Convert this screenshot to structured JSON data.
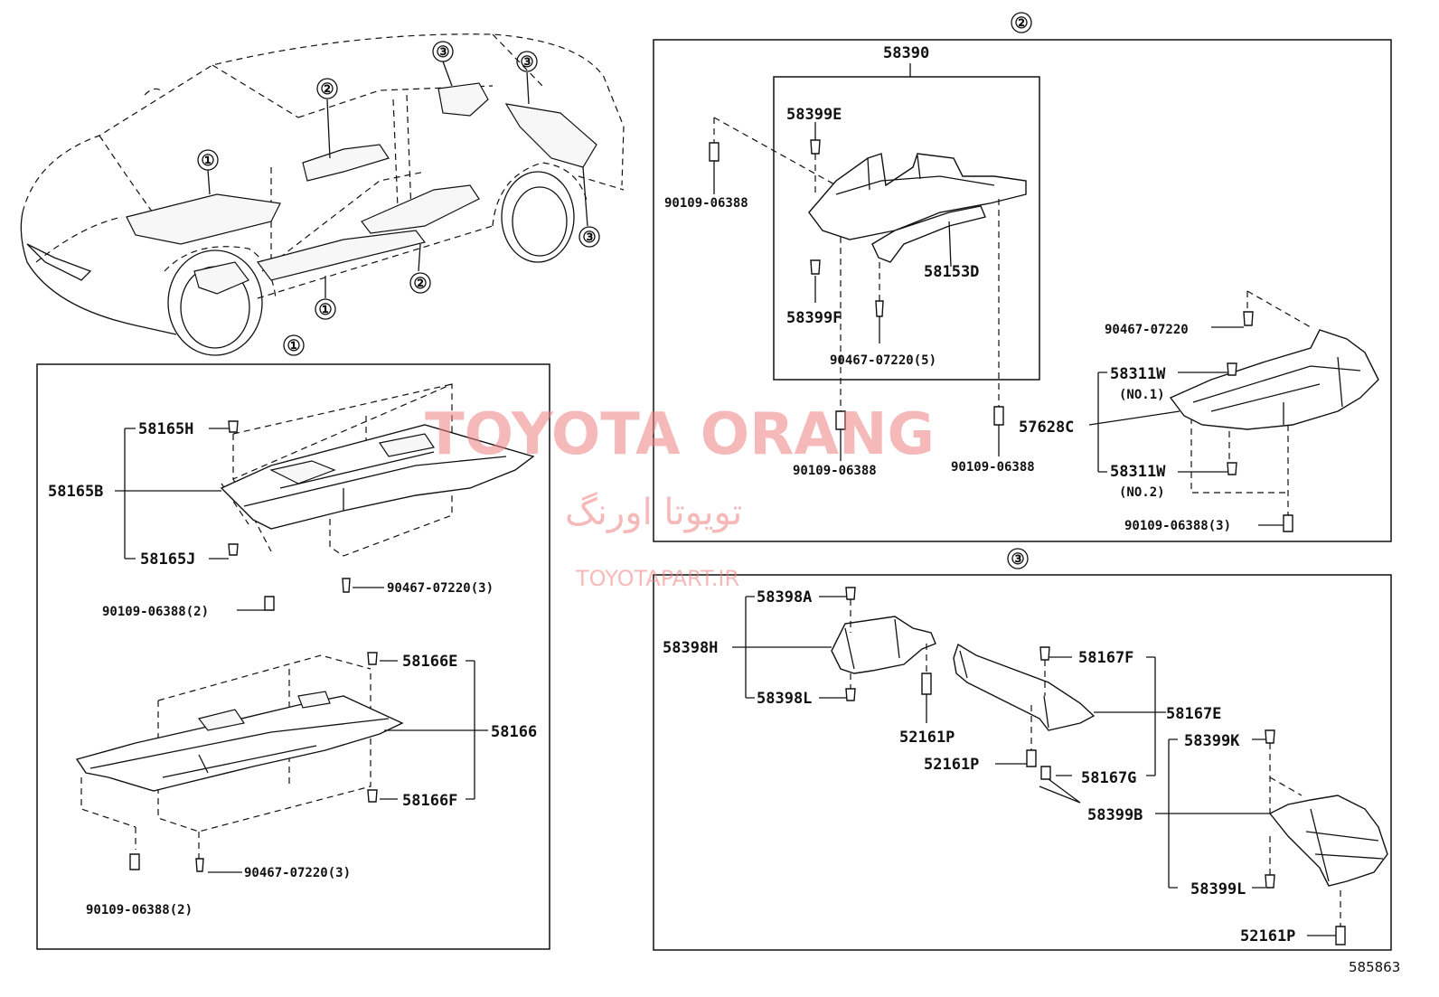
{
  "callouts": {
    "one": "①",
    "two": "②",
    "three": "③"
  },
  "group1": {
    "p58165H": "58165H",
    "p58165B": "58165B",
    "p58165J": "58165J",
    "bolt_a": "90109-06388(2)",
    "clip_a": "90467-07220(3)",
    "p58166E": "58166E",
    "p58166": "58166",
    "p58166F": "58166F",
    "clip_b": "90467-07220(3)",
    "bolt_b": "90109-06388(2)"
  },
  "group2": {
    "p58390": "58390",
    "p58399E": "58399E",
    "bolt_top": "90109-06388",
    "p58153D": "58153D",
    "p58399F": "58399F",
    "clip5": "90467-07220(5)",
    "bolt_mid": "90109-06388",
    "bolt_right": "90109-06388",
    "clip_single": "90467-07220",
    "p58311W_1": "58311W",
    "no1": "(NO.1)",
    "p57628C": "57628C",
    "p58311W_2": "58311W",
    "no2": "(NO.2)",
    "bolt3": "90109-06388(3)"
  },
  "group3": {
    "p58398A": "58398A",
    "p58398H": "58398H",
    "p58398L": "58398L",
    "p52161P_a": "52161P",
    "p52161P_b": "52161P",
    "p58167F": "58167F",
    "p58167E": "58167E",
    "p58167G": "58167G",
    "p58399K": "58399K",
    "p58399B": "58399B",
    "p58399L": "58399L",
    "p52161P_c": "52161P"
  },
  "watermark": {
    "brand": "TOYOTA ORANG",
    "persian": "تویوتا اورنگ",
    "site": "TOYOTAPART.IR"
  },
  "figure_number": "585863"
}
